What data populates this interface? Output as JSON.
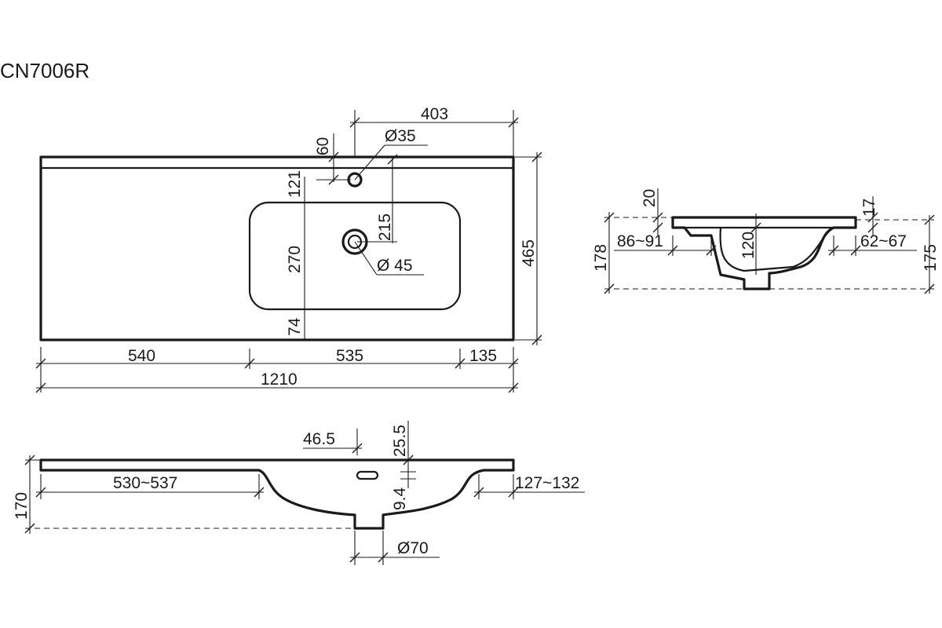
{
  "model": "CN7006R",
  "top_view": {
    "total_width": "1210",
    "seg_left": "540",
    "seg_mid": "535",
    "seg_right": "135",
    "depth": "465",
    "tap_offset": "403",
    "back_edge": "60",
    "tap_hole": "Ø35",
    "tap_to_bowl": "121",
    "bowl_depth": "270",
    "bowl_front": "74",
    "drain_offset": "215",
    "drain_hole": "Ø 45"
  },
  "front_section": {
    "height": "170",
    "left_flat": "530~537",
    "right_flat": "127~132",
    "overflow_w": "46.5",
    "overflow_h": "25.5",
    "overflow_slot": "9.4",
    "drain_hole": "Ø70"
  },
  "side_section": {
    "back_lip": "20",
    "front_lip": "17",
    "height_left": "178",
    "height_right": "175",
    "inner_depth": "120",
    "back_flat": "86~91",
    "front_flat": "62~67"
  }
}
